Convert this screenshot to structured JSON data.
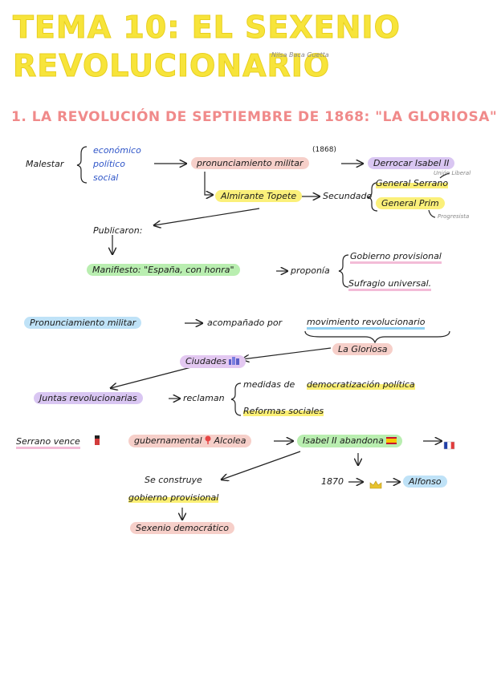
{
  "title_line1": "TEMA 10: EL SEXENIO",
  "title_line2": "REVOLUCIONARIO",
  "author": "Nilsa Baca Guetta",
  "section_title": "1. LA REVOLUCIÓN DE SEPTIEMBRE DE 1868: \"LA GLORIOSA\"",
  "malestar": "Malestar",
  "malestar_items": [
    "económico",
    "político",
    "social"
  ],
  "year_1868": "(1868)",
  "pronunciamiento": "pronunciamiento militar",
  "derrocar": "Derrocar Isabel II",
  "union_liberal": "Unión Liberal",
  "almirante": "Almirante Topete",
  "secundado": "Secundado",
  "serrano_general": "General Serrano",
  "prim_general": "General Prim",
  "progresista": "Progresista",
  "publicaron": "Publicaron:",
  "manifiesto": "Manifiesto: \"España, con honra\"",
  "proponia": "proponía",
  "gobierno_provisional": "Gobierno provisional",
  "sufragio": "Sufragio universal.",
  "pronunciamiento2": "Pronunciamiento militar",
  "acompanado": "acompañado por",
  "movimiento": "movimiento revolucionario",
  "la_gloriosa": "La Gloriosa",
  "ciudades": "Ciudades",
  "juntas": "Juntas revolucionarias",
  "reclaman": "reclaman",
  "medidas": "medidas de",
  "democratizacion": "democratización política",
  "reformas": "Reformas sociales",
  "serrano_vence": "Serrano vence",
  "gubernamental": "gubernamental",
  "alcolea": "Alcolea",
  "isabel_abandona": "Isabel II abandona",
  "se_construye": "Se construye",
  "gobierno_prov2": "gobierno provisional",
  "sexenio": "Sexenio democrático",
  "year_1870": "1870",
  "alfonso": "Alfonso",
  "colors": {
    "title": "#f7e43a",
    "subtitle": "#f08a8a",
    "pink": "#f6cfc9",
    "purple": "#d9c6f2",
    "yellow": "#fbf07a",
    "green": "#b9eeb0",
    "blue": "#bfe2f7"
  }
}
